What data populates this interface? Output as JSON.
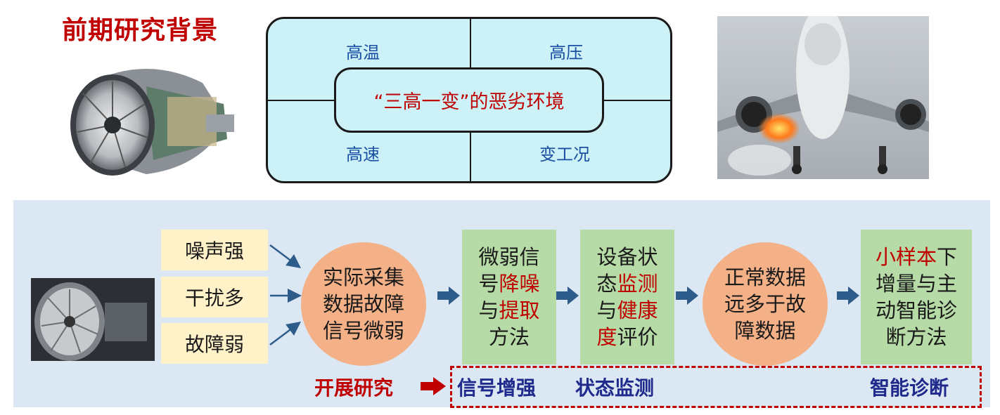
{
  "header": {
    "title": "前期研究背景"
  },
  "environment": {
    "top_left": "高温",
    "top_right": "高压",
    "bottom_left": "高速",
    "bottom_right": "变工况",
    "center_quoted": "“三高一变”",
    "center_rest": "的恶劣环境"
  },
  "flow": {
    "problems": [
      "噪声强",
      "干扰多",
      "故障弱"
    ],
    "cause": [
      "实际采集",
      "数据故障",
      "信号微弱"
    ],
    "step1": {
      "line1": "微弱信",
      "line2a": "号",
      "line2b": "降噪",
      "line3a": "与",
      "line3b": "提取",
      "line4": "方法"
    },
    "step2": {
      "line1": "设备状",
      "line2a": "态",
      "line2b": "监测",
      "line3a": "与",
      "line3b": "健康",
      "line4a": "度",
      "line4b": "评价"
    },
    "imbalance": [
      "正常数据",
      "远多于故",
      "障数据"
    ],
    "step3": {
      "line1a": "小样本",
      "line1b": "下",
      "line2": "增量与主",
      "line3": "动智能诊",
      "line4": "断方法"
    }
  },
  "research": {
    "label": "开展研究",
    "item1": "信号增强",
    "item2": "状态监测",
    "item3": "智能诊断"
  },
  "colors": {
    "accent_red": "#c00000",
    "navy": "#1f2a8c",
    "arrow_blue": "#2e5c8a"
  }
}
